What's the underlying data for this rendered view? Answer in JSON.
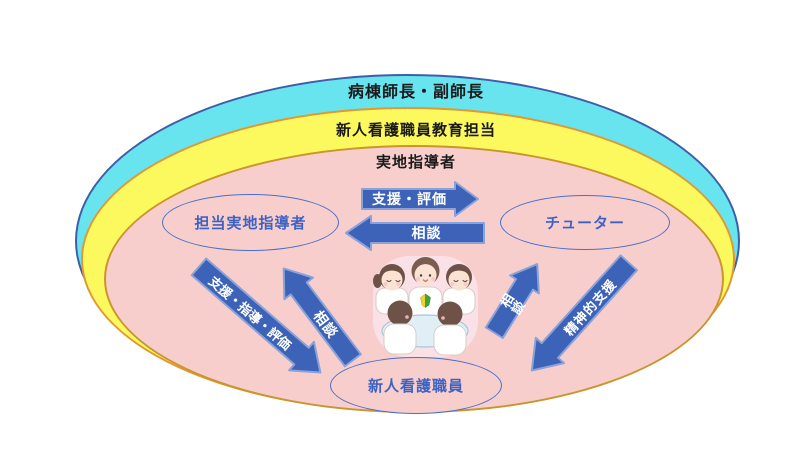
{
  "rings": [
    {
      "label": "病棟師長・副師長",
      "fill": "#67E4EE",
      "border": "#3D5FA8"
    },
    {
      "label": "新人看護職員教育担当",
      "fill": "#FCF95F",
      "border": "#DE9A31"
    },
    {
      "label": "実地指導者",
      "fill": "#F8CECD",
      "border": "#C9952F"
    }
  ],
  "bubbles": [
    {
      "label": "担当実地指導者"
    },
    {
      "label": "チューター"
    },
    {
      "label": "新人看護職員"
    }
  ],
  "arrows": [
    {
      "label": "支援・評価",
      "direction": "right"
    },
    {
      "label": "相談",
      "direction": "left"
    },
    {
      "label": "支援・指導・評価",
      "direction": "down-right"
    },
    {
      "label": "相談",
      "direction": "up-left"
    },
    {
      "label": "相談",
      "direction": "up-right"
    },
    {
      "label": "精神的支援",
      "direction": "down-left"
    }
  ],
  "colors": {
    "arrow_fill": "#3C63B8",
    "arrow_stroke": "#8AA2D8",
    "bubble_border": "#4A6FC8",
    "bubble_text": "#3E62C4",
    "band_label_text": "#1A1A1A"
  },
  "illustration": {
    "icon": "nurses-meeting-illustration"
  }
}
